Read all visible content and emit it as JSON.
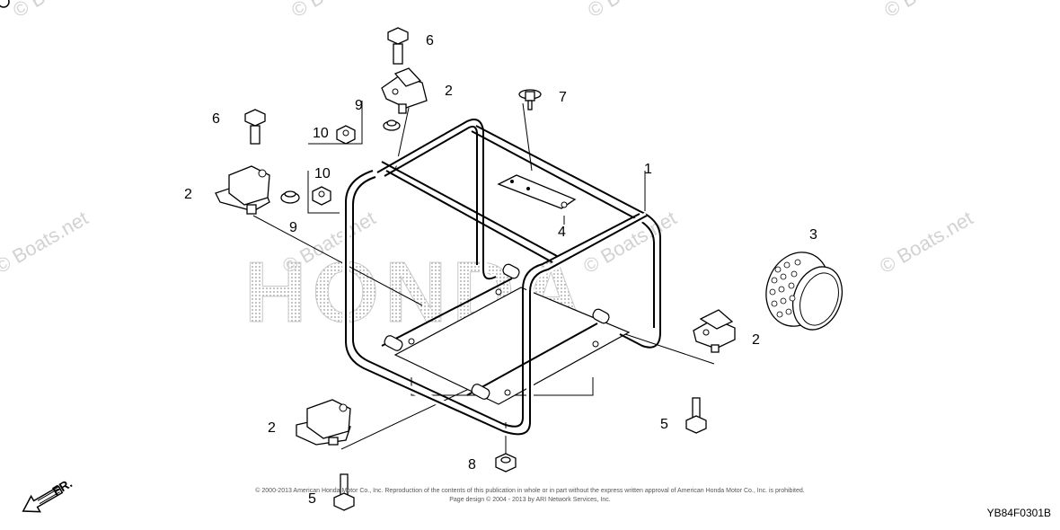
{
  "diagram": {
    "brand_watermark": "HONDA",
    "site_watermark": "© Boats.net",
    "drawing_code": "YB84F0301B",
    "direction_label": "FR.",
    "copyright_line_1": "© 2000-2013 American Honda Motor Co., Inc. Reproduction of the contents of this publication in whole or in part without the express written approval of American Honda Motor Co., Inc. is prohibited.",
    "copyright_line_2": "Page design © 2004 - 2013 by ARI Network Services, Inc.",
    "callouts": {
      "frame": "1",
      "mount_top": "2",
      "mount_left": "2",
      "mount_right": "2",
      "mount_bottom": "2",
      "muffler_protector": "3",
      "bracket": "4",
      "bolt_bottom": "5",
      "bolt_right": "5",
      "bolt_top": "6",
      "bolt_left": "6",
      "screw": "7",
      "nut_bottom": "8",
      "washer_top": "9",
      "washer_left": "9",
      "nut_top": "10",
      "nut_left": "10"
    }
  }
}
